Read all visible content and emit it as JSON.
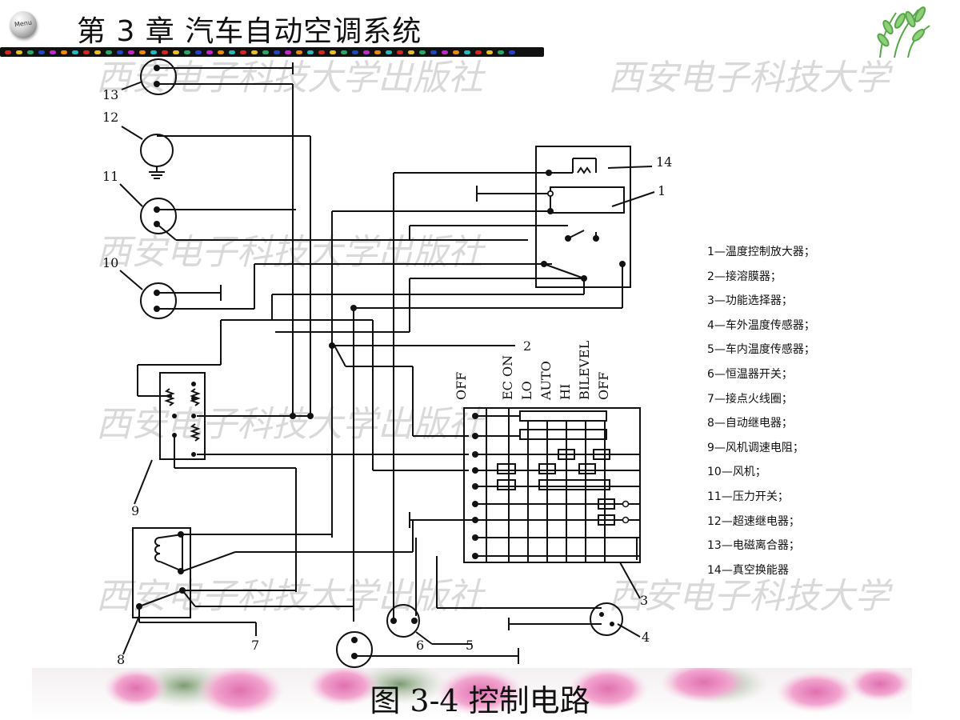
{
  "header": {
    "menu_label": "Menu",
    "title": "第 3 章   汽车自动空调系统"
  },
  "watermark": {
    "text_a": "西安电子科技大学出版社",
    "text_b": "西安电子科技大学"
  },
  "diagram": {
    "component_numbers": [
      "1",
      "2",
      "3",
      "4",
      "5",
      "6",
      "7",
      "8",
      "9",
      "10",
      "11",
      "12",
      "13",
      "14"
    ],
    "switch_positions": [
      "OFF",
      "EC ON",
      "LO",
      "AUTO",
      "HI",
      "BILEVEL",
      "OFF"
    ]
  },
  "legend": [
    "1—温度控制放大器；",
    "2—接溶膜器；",
    "3—功能选择器；",
    "4—车外温度传感器；",
    "5—车内温度传感器；",
    "6—恒温器开关；",
    "7—接点火线圈；",
    "8—自动继电器；",
    "9—风机调速电阻；",
    "10—风机；",
    "11—压力开关；",
    "12—超速继电器；",
    "13—电磁离合器；",
    "14—真空换能器"
  ],
  "caption": "图 3-4   控制电路",
  "colors": {
    "line": "#111111",
    "watermark": "#d9d9d9",
    "dotbar_bg": "#111111",
    "dot_colors": [
      "#d22",
      "#e8c020",
      "#2a6",
      "#24c",
      "#c2c",
      "#e80",
      "#2bb"
    ]
  },
  "icons": [
    "menu-ball-icon",
    "leaf-decoration-icon",
    "flower-border-decoration"
  ]
}
